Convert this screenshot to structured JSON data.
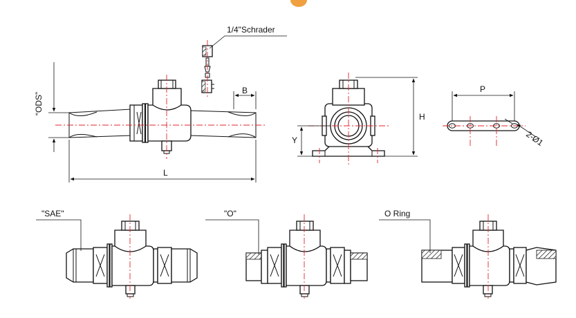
{
  "labels": {
    "schrader": "1/4\"Schrader",
    "ods": "“ODS”",
    "b": "B",
    "l": "L",
    "h": "H",
    "y": "Y",
    "p": "P",
    "holes": "2-Ø1",
    "sae": "\"SAE\"",
    "o": "\"O\"",
    "oring": "O Ring"
  },
  "colors": {
    "line": "#111111",
    "centerline": "#e0242a",
    "accent": "#f0a040"
  }
}
